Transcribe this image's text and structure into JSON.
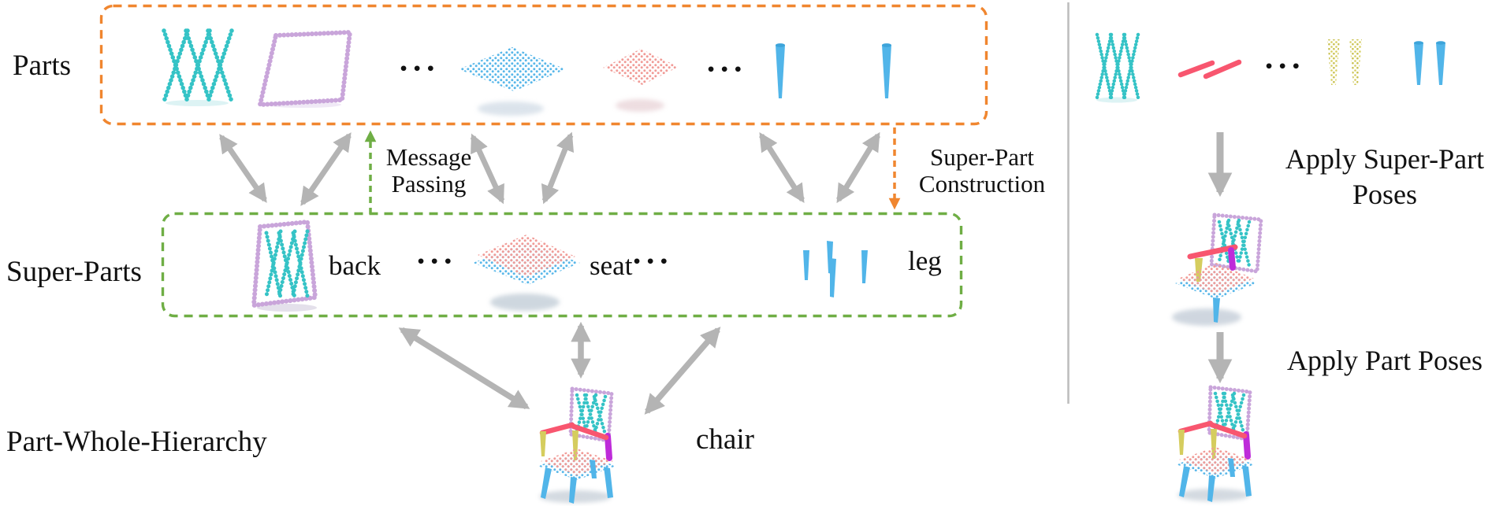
{
  "figure": {
    "type": "part-whole-hierarchy-diagram",
    "colors": {
      "parts_box": "#F0862F",
      "super_parts_box": "#6FAE45",
      "arrow_gray": "#B4B4B4",
      "divider": "#BEBEBE",
      "point_teal": "#35C3C6",
      "point_lavender": "#C9A5DA",
      "point_blue": "#58B7E9",
      "point_pink": "#F19B97",
      "bar_red": "#F8566F",
      "post_yellow": "#D5CD5E",
      "post_magenta": "#BE2BD9",
      "text": "#111111"
    },
    "left_panel": {
      "row_labels": {
        "parts": "Parts",
        "super_parts": "Super-Parts",
        "hierarchy": "Part-Whole-Hierarchy"
      },
      "ellipsis": "•••",
      "message_passing": {
        "line1": "Message",
        "line2": "Passing"
      },
      "super_part_construction": {
        "line1": "Super-Part",
        "line2": "Construction"
      },
      "super_part_labels": {
        "back": "back",
        "seat": "seat",
        "leg": "leg"
      },
      "whole_label": "chair"
    },
    "right_panel": {
      "ellipsis": "•••",
      "apply_super_part": {
        "line1": "Apply Super-Part",
        "line2": "Poses"
      },
      "apply_part": "Apply Part Poses"
    }
  }
}
